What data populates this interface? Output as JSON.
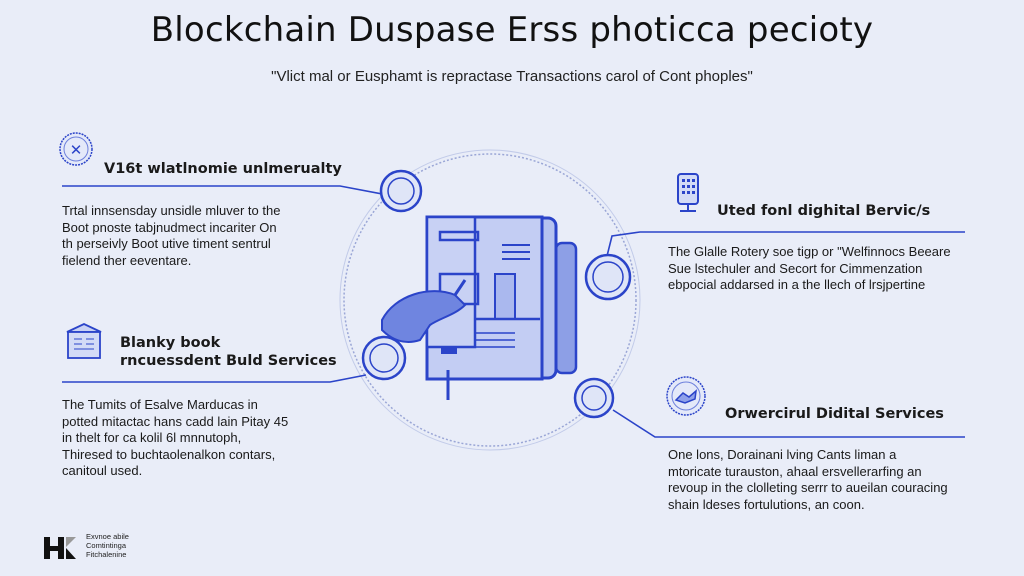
{
  "header": {
    "title": "Blockchain Duspase Erss photicca pecioty",
    "subtitle": "\"Vlict mal or Eusphamt is repractase Transactions carol of Cont phoples\""
  },
  "sections": [
    {
      "icon": "gear-person-badge-icon",
      "heading_lines": [
        "V16t wlatlnomie unlmerualty"
      ],
      "body_lines": [
        "Trtal innsensday unsidle mluver to the",
        "Boot pnoste tabjnudmect incariter On",
        "th perseivly Boot utive timent sentrul",
        "fielend ther eeventare."
      ]
    },
    {
      "icon": "bank-building-icon",
      "heading_lines": [
        "Blanky book",
        "rncuessdent Buld Services"
      ],
      "body_lines": [
        "The Tumits of Esalve Marducas in",
        "potted mitactac hans cadd lain Pitay 45",
        "in thelt for ca kolil 6l mnnutoph,",
        "Thiresed to buchtaolenalkon contars,",
        "canitoul used."
      ]
    },
    {
      "icon": "digital-kiosk-icon",
      "heading_lines": [
        "Uted fonl dighital Bervic/s"
      ],
      "body_lines": [
        "The Glalle Rotery soe tigp or \"Welfinnocs Beeare",
        "Sue lstechuler and Secort for Cimmenzation",
        "ebpocial addarsed in a the llech of lrsjpertine"
      ]
    },
    {
      "icon": "handshake-badge-icon",
      "heading_lines": [
        "Orwercirul Didital Services"
      ],
      "body_lines": [
        "One lons, Dorainani lving Cants liman a",
        "mtoricate turauston, ahaal ersvellerarfing an",
        "revoup in the clolleting serrr to aueilan couracing",
        "shain ldeses fortulutions, an coon."
      ]
    }
  ],
  "logo": {
    "mark": "HK",
    "text_lines": [
      "Exvnoe abile",
      "Comtintinga",
      "Fitchalenine"
    ]
  },
  "colors": {
    "background": "#e9edf8",
    "accent": "#2b44c9",
    "accent_light": "#9fb0ec"
  }
}
